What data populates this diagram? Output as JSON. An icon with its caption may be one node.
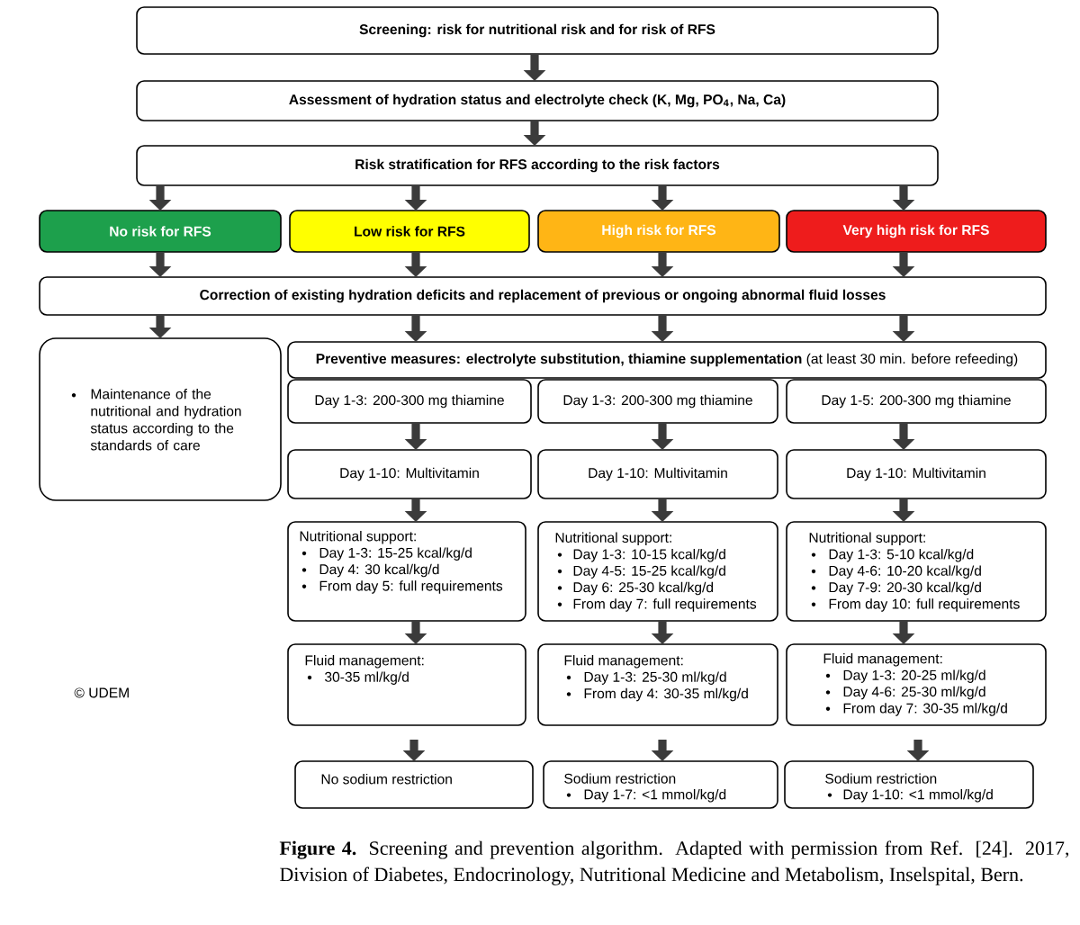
{
  "diagram": {
    "nodes": [
      {
        "text": [
          "Screening: risk for nutritional risk and for risk of RFS"
        ]
      },
      {
        "text": [
          "Assessment of hydration status and electrolyte check (K, Mg, PO$_{4}$, Na, Ca)"
        ]
      },
      {
        "text": [
          "Risk stratification for RFS according to the risk factors"
        ]
      },
      {
        "text": [
          "No risk for RFS"
        ]
      },
      {
        "text": [
          "Low risk for RFS"
        ]
      },
      {
        "text": [
          "High risk for RFS"
        ]
      },
      {
        "text": [
          "Very high risk for RFS"
        ]
      },
      {
        "text": [
          "Correction of existing hydration deficits and replacement of previous or ongoing abnormal fluid losses"
        ]
      },
      {
        "text": [
          "Maintenance of the nutritional and hydration status according to the standards of care"
        ]
      },
      {
        "text": [
          "**Preventive measures: electrolyte substitution, thiamine supplementation** (at least 30 min. before refeeding)"
        ]
      },
      {
        "text": [
          "Day 1-3: 200-300 mg thiamine"
        ]
      },
      {
        "text": [
          "Day 1-3: 200-300 mg thiamine"
        ]
      },
      {
        "text": [
          "Day 1-5: 200-300 mg thiamine"
        ]
      },
      {
        "text": [
          "Day 1-10: Multivitamin"
        ]
      },
      {
        "text": [
          "Day 1-10: Multivitamin"
        ]
      },
      {
        "text": [
          "Day 1-10: Multivitamin"
        ]
      },
      {
        "text": [
          "Nutritional support:",
          "Day 1-3: 15-25 kcal/kg/d",
          "Day 4: 30 kcal/kg/d",
          "From day 5: full requirements"
        ]
      },
      {
        "text": [
          "Nutritional support:",
          "Day 1-3: 10-15 kcal/kg/d",
          "Day 4-5: 15-25 kcal/kg/d",
          "Day 6: 25-30 kcal/kg/d",
          "From day 7: full requirements"
        ]
      },
      {
        "text": [
          "Nutritional support:",
          "Day 1-3: 5-10 kcal/kg/d",
          "Day 4-6: 10-20 kcal/kg/d",
          "Day 7-9: 20-30 kcal/kg/d",
          "From day 10: full requirements"
        ]
      },
      {
        "text": [
          "Fluid management:",
          "30-35 ml/kg/d"
        ]
      },
      {
        "text": [
          "Fluid management:",
          "Day 1-3: 25-30 ml/kg/d",
          "From day 4: 30-35 ml/kg/d"
        ]
      },
      {
        "text": [
          "Fluid management:",
          "Day 1-3: 20-25 ml/kg/d",
          "Day 4-6: 25-30 ml/kg/d",
          "From day 7: 30-35 ml/kg/d"
        ]
      },
      {
        "text": [
          "No sodium restriction"
        ]
      },
      {
        "text": [
          "Sodium restriction",
          "Day 1-7: <1 mmol/kg/d"
        ]
      },
      {
        "text": [
          "Sodium restriction",
          "Day 1-10: <1 mmol/kg/d"
        ]
      }
    ],
    "edges": [
      {
        "from": 0,
        "to": 1,
        "arrow": "to"
      },
      {
        "from": 1,
        "to": 2,
        "arrow": "to"
      },
      {
        "from": 2,
        "to": 3,
        "arrow": "to"
      },
      {
        "from": 2,
        "to": 4,
        "arrow": "to"
      },
      {
        "from": 2,
        "to": 5,
        "arrow": "to"
      },
      {
        "from": 2,
        "to": 6,
        "arrow": "to"
      },
      {
        "from": 3,
        "to": 7,
        "arrow": "to"
      },
      {
        "from": 4,
        "to": 7,
        "arrow": "to"
      },
      {
        "from": 5,
        "to": 7,
        "arrow": "to"
      },
      {
        "from": 6,
        "to": 7,
        "arrow": "to"
      },
      {
        "from": 7,
        "to": 8,
        "arrow": "to"
      },
      {
        "from": 7,
        "to": 9,
        "arrow": "to"
      },
      {
        "from": 7,
        "to": 9,
        "arrow": "to"
      },
      {
        "from": 7,
        "to": 9,
        "arrow": "to"
      },
      {
        "from": 10,
        "to": 13,
        "arrow": "to"
      },
      {
        "from": 11,
        "to": 14,
        "arrow": "to"
      },
      {
        "from": 12,
        "to": 15,
        "arrow": "to"
      },
      {
        "from": 13,
        "to": 16,
        "arrow": "to"
      },
      {
        "from": 14,
        "to": 17,
        "arrow": "to"
      },
      {
        "from": 15,
        "to": 18,
        "arrow": "to"
      },
      {
        "from": 16,
        "to": 19,
        "arrow": "to"
      },
      {
        "from": 17,
        "to": 20,
        "arrow": "to"
      },
      {
        "from": 18,
        "to": 21,
        "arrow": "to"
      },
      {
        "from": 19,
        "to": 22,
        "arrow": "to"
      },
      {
        "from": 20,
        "to": 23,
        "arrow": "to"
      },
      {
        "from": 21,
        "to": 24,
        "arrow": "to"
      }
    ],
    "labels": [
      "© UDEM"
    ],
    "caption": "**Figure 4.** Screening and prevention algorithm. Adapted with permission from Ref. [24]. 2017, Division of Diabetes, Endocrinology, Nutritional Medicine and Metabolism, Inselspital, Bern."
  }
}
